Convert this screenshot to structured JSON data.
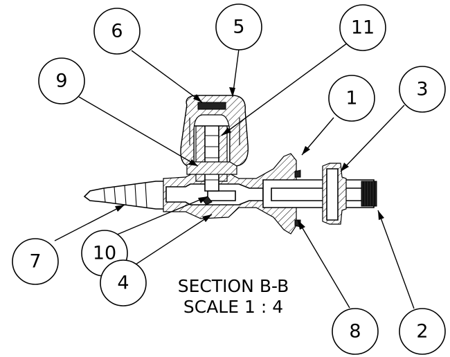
{
  "section": {
    "title": "SECTION B-B",
    "scale": "SCALE 1 : 4"
  },
  "balloons": [
    {
      "id": "b6",
      "label": "6"
    },
    {
      "id": "b5",
      "label": "5"
    },
    {
      "id": "b11",
      "label": "11"
    },
    {
      "id": "b9",
      "label": "9"
    },
    {
      "id": "b1",
      "label": "1"
    },
    {
      "id": "b3",
      "label": "3"
    },
    {
      "id": "b7",
      "label": "7"
    },
    {
      "id": "b10",
      "label": "10"
    },
    {
      "id": "b4",
      "label": "4"
    },
    {
      "id": "b8",
      "label": "8"
    },
    {
      "id": "b2",
      "label": "2"
    }
  ]
}
